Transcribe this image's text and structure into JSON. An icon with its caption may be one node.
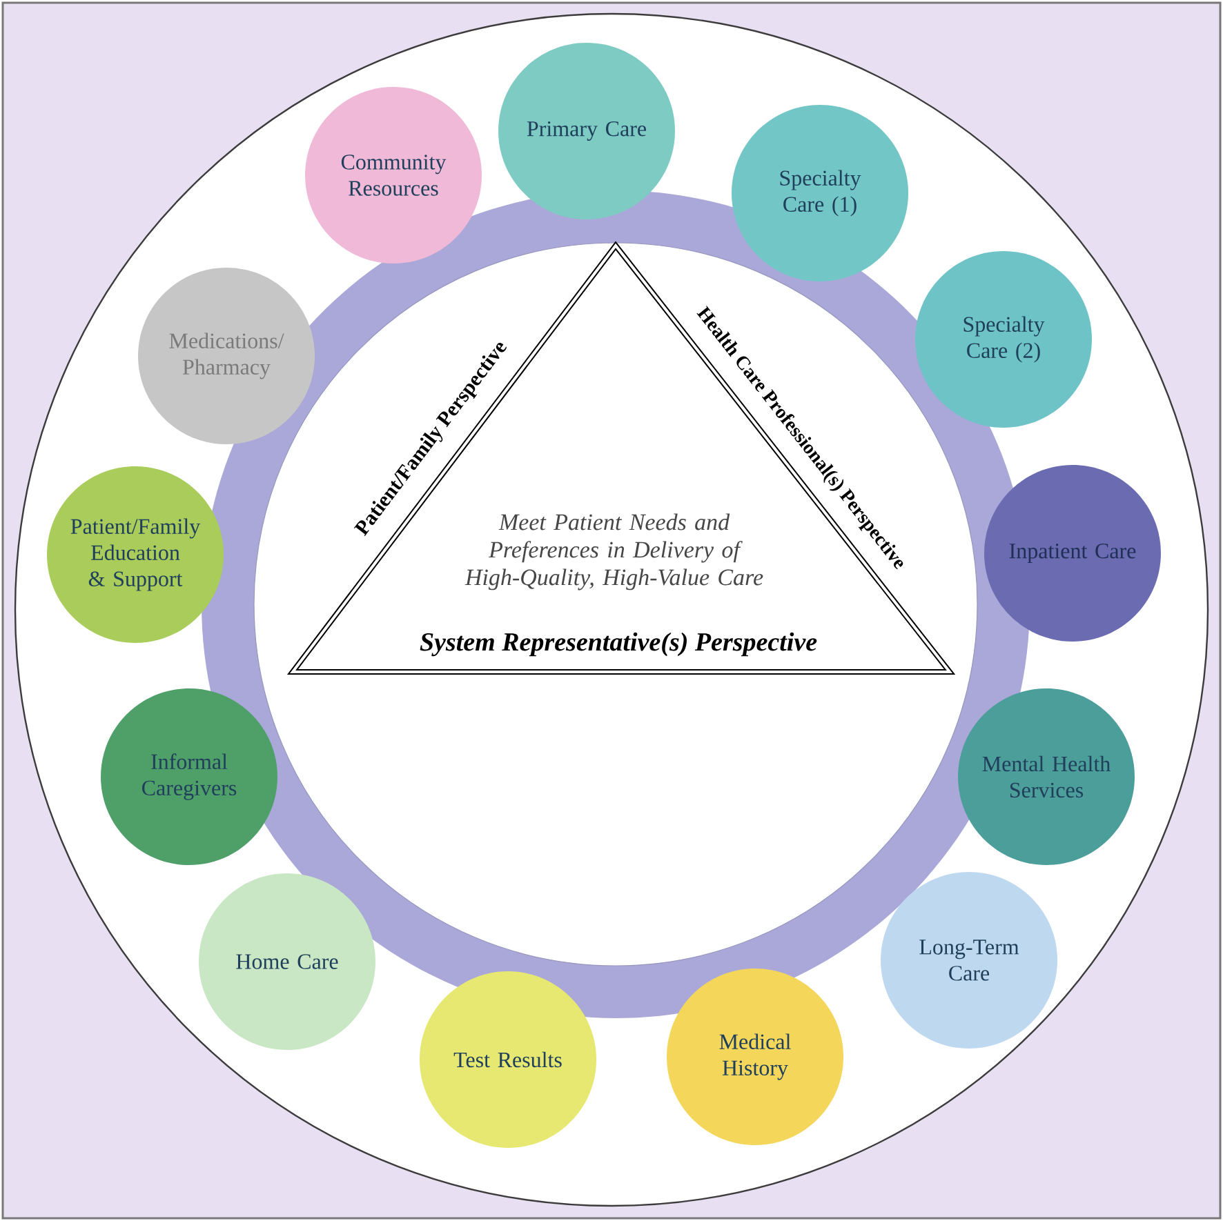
{
  "diagram": {
    "nodes": [
      {
        "text": [
          "Meet Patient Needs and Preferences in Delivery of High-Quality, High-Value Care",
          "Patient/Family Perspective",
          "Health Care Professional(s) Perspective",
          "System Representative(s) Perspective"
        ]
      },
      {
        "text": [
          "Primary Care"
        ]
      },
      {
        "text": [
          "Specialty Care (1)"
        ]
      },
      {
        "text": [
          "Specialty Care (2)"
        ]
      },
      {
        "text": [
          "Inpatient Care"
        ]
      },
      {
        "text": [
          "Mental Health Services"
        ]
      },
      {
        "text": [
          "Long-Term Care"
        ]
      },
      {
        "text": [
          "Medical History"
        ]
      },
      {
        "text": [
          "Test Results"
        ]
      },
      {
        "text": [
          "Home Care"
        ]
      },
      {
        "text": [
          "Informal Caregivers"
        ]
      },
      {
        "text": [
          "Patient/Family Education & Support"
        ]
      },
      {
        "text": [
          "Medications/ Pharmacy"
        ]
      },
      {
        "text": [
          "Community Resources"
        ]
      }
    ]
  }
}
